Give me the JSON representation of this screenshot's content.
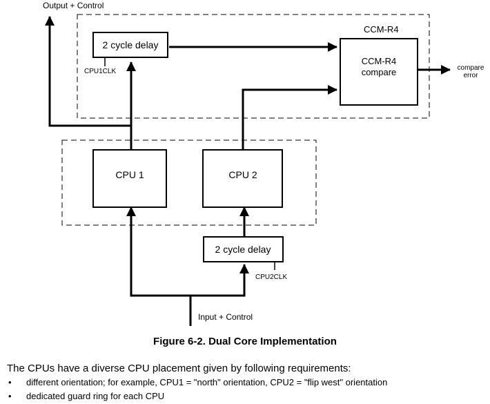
{
  "diagram": {
    "labels": {
      "output_control": "Output + Control",
      "input_control": "Input + Control",
      "ccm_region": "CCM-R4",
      "ccm_block_line1": "CCM-R4",
      "ccm_block_line2": "compare",
      "compare_error_line1": "compare",
      "compare_error_line2": "error",
      "delay_top": "2 cycle delay",
      "delay_bottom": "2 cycle delay",
      "cpu1clk": "CPU1CLK",
      "cpu2clk": "CPU2CLK",
      "cpu1": "CPU 1",
      "cpu2": "CPU 2"
    }
  },
  "caption": "Figure 6-2. Dual Core Implementation",
  "body": {
    "intro": "The CPUs have a diverse CPU placement given by following requirements:",
    "bullets": [
      "different orientation; for example, CPU1 = \"north\" orientation, CPU2 = \"flip west\" orientation",
      "dedicated guard ring for each CPU"
    ]
  }
}
